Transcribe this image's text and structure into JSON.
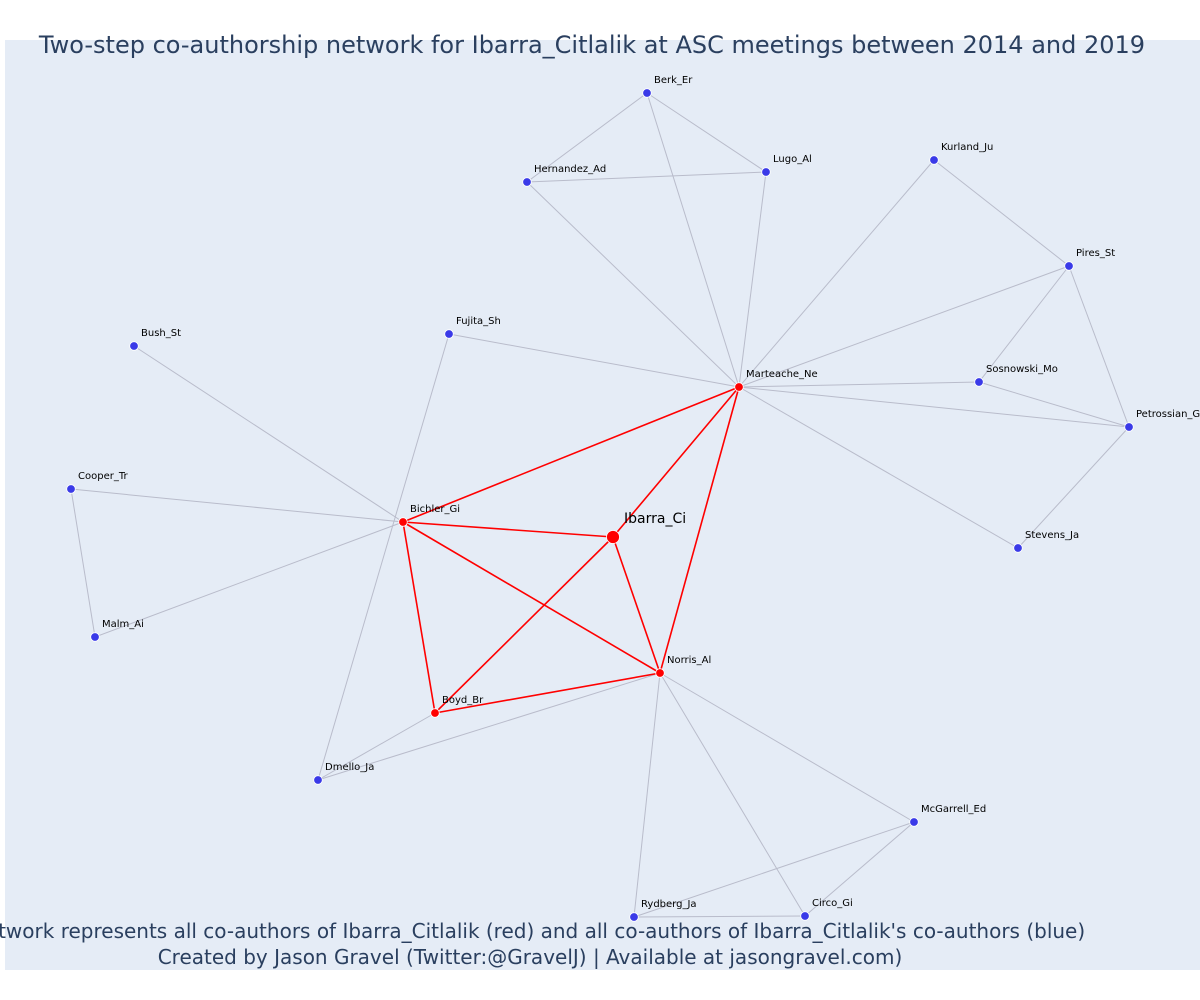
{
  "title": "Two-step co-authorship network for Ibarra_Citlalik at ASC meetings between 2014 and 2019",
  "caption_line1": "Network represents all co-authors of Ibarra_Citlalik (red) and all co-authors of Ibarra_Citlalik's co-authors (blue)",
  "caption_line2": "Created by Jason Gravel (Twitter:@GravelJ) | Available at jasongravel.com)",
  "colors": {
    "background": "#e5ecf6",
    "coauthor_node": "#ff0000",
    "second_step_node": "#3a3ae8",
    "coauthor_edge": "#ff0000",
    "second_step_edge": "#b9bccb",
    "text": "#2a3f5f"
  },
  "network": {
    "ego": "Ibarra_Ci",
    "nodes": [
      {
        "id": "Ibarra_Ci",
        "group": "ego"
      },
      {
        "id": "Marteache_Ne",
        "group": "coauthor"
      },
      {
        "id": "Bichler_Gi",
        "group": "coauthor"
      },
      {
        "id": "Norris_Al",
        "group": "coauthor"
      },
      {
        "id": "Boyd_Br",
        "group": "coauthor"
      },
      {
        "id": "Berk_Er",
        "group": "second"
      },
      {
        "id": "Hernandez_Ad",
        "group": "second"
      },
      {
        "id": "Lugo_Al",
        "group": "second"
      },
      {
        "id": "Kurland_Ju",
        "group": "second"
      },
      {
        "id": "Pires_St",
        "group": "second"
      },
      {
        "id": "Sosnowski_Mo",
        "group": "second"
      },
      {
        "id": "Petrossian_G",
        "group": "second"
      },
      {
        "id": "Stevens_Ja",
        "group": "second"
      },
      {
        "id": "Fujita_Sh",
        "group": "second"
      },
      {
        "id": "Bush_St",
        "group": "second"
      },
      {
        "id": "Cooper_Tr",
        "group": "second"
      },
      {
        "id": "Malm_Ai",
        "group": "second"
      },
      {
        "id": "Dmello_Ja",
        "group": "second"
      },
      {
        "id": "McGarrell_Ed",
        "group": "second"
      },
      {
        "id": "Rydberg_Ja",
        "group": "second"
      },
      {
        "id": "Circo_Gi",
        "group": "second"
      }
    ],
    "edges": [
      [
        "Ibarra_Ci",
        "Marteache_Ne"
      ],
      [
        "Ibarra_Ci",
        "Bichler_Gi"
      ],
      [
        "Ibarra_Ci",
        "Norris_Al"
      ],
      [
        "Ibarra_Ci",
        "Boyd_Br"
      ],
      [
        "Bichler_Gi",
        "Marteache_Ne"
      ],
      [
        "Bichler_Gi",
        "Norris_Al"
      ],
      [
        "Bichler_Gi",
        "Boyd_Br"
      ],
      [
        "Boyd_Br",
        "Norris_Al"
      ],
      [
        "Marteache_Ne",
        "Norris_Al"
      ],
      [
        "Berk_Er",
        "Hernandez_Ad"
      ],
      [
        "Berk_Er",
        "Lugo_Al"
      ],
      [
        "Berk_Er",
        "Marteache_Ne"
      ],
      [
        "Hernandez_Ad",
        "Lugo_Al"
      ],
      [
        "Hernandez_Ad",
        "Marteache_Ne"
      ],
      [
        "Lugo_Al",
        "Marteache_Ne"
      ],
      [
        "Kurland_Ju",
        "Marteache_Ne"
      ],
      [
        "Kurland_Ju",
        "Pires_St"
      ],
      [
        "Pires_St",
        "Marteache_Ne"
      ],
      [
        "Pires_St",
        "Sosnowski_Mo"
      ],
      [
        "Pires_St",
        "Petrossian_G"
      ],
      [
        "Sosnowski_Mo",
        "Marteache_Ne"
      ],
      [
        "Sosnowski_Mo",
        "Petrossian_G"
      ],
      [
        "Petrossian_G",
        "Marteache_Ne"
      ],
      [
        "Petrossian_G",
        "Stevens_Ja"
      ],
      [
        "Stevens_Ja",
        "Marteache_Ne"
      ],
      [
        "Fujita_Sh",
        "Marteache_Ne"
      ],
      [
        "Fujita_Sh",
        "Dmello_Ja"
      ],
      [
        "Bush_St",
        "Bichler_Gi"
      ],
      [
        "Cooper_Tr",
        "Bichler_Gi"
      ],
      [
        "Cooper_Tr",
        "Malm_Ai"
      ],
      [
        "Malm_Ai",
        "Bichler_Gi"
      ],
      [
        "Dmello_Ja",
        "Boyd_Br"
      ],
      [
        "Dmello_Ja",
        "Norris_Al"
      ],
      [
        "Norris_Al",
        "McGarrell_Ed"
      ],
      [
        "Norris_Al",
        "Rydberg_Ja"
      ],
      [
        "Norris_Al",
        "Circo_Gi"
      ],
      [
        "McGarrell_Ed",
        "Rydberg_Ja"
      ],
      [
        "McGarrell_Ed",
        "Circo_Gi"
      ],
      [
        "Rydberg_Ja",
        "Circo_Gi"
      ]
    ]
  }
}
